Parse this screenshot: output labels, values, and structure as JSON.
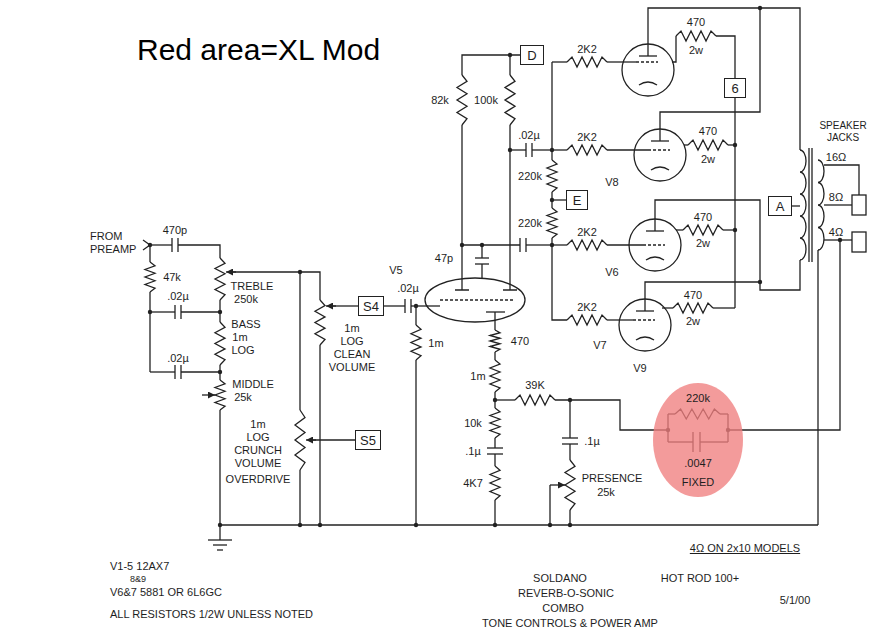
{
  "diagram": {
    "title": "Red area=XL Mod",
    "nodes": [
      {
        "text": [
          "D"
        ]
      },
      {
        "text": [
          "6"
        ]
      },
      {
        "text": [
          "E"
        ]
      },
      {
        "text": [
          "A"
        ]
      },
      {
        "text": [
          "S4"
        ]
      },
      {
        "text": [
          "S5"
        ]
      },
      {
        "text": [
          "220k",
          ".0047",
          "FIXED"
        ]
      }
    ],
    "labels": [
      "FROM PREAMP",
      "470p",
      "47k",
      "TREBLE",
      "250k",
      ".02µ",
      "BASS",
      "1m",
      "LOG",
      ".02µ",
      "MIDDLE",
      "25k",
      "1m",
      "LOG",
      "CLEAN",
      "VOLUME",
      "1m",
      "LOG",
      "CRUNCH",
      "VOLUME",
      "OVERDRIVE",
      ".02µ",
      "V5",
      "47p",
      "1m",
      "470",
      "1m",
      "39K",
      "10k",
      ".1µ",
      "4K7",
      ".1µ",
      "PRESENCE",
      "25k",
      "82k",
      "100k",
      ".02µ",
      "220k",
      "220k",
      "2K2",
      "2K2",
      "2K2",
      "2K2",
      "470",
      "2w",
      "470",
      "2w",
      "470",
      "2w",
      "470",
      "2w",
      "V8",
      "V6",
      "V7",
      "V9",
      "SPEAKER JACKS",
      "16Ω",
      "8Ω",
      "4Ω",
      "4Ω ON 2x10 MODELS",
      "V1-5 12AX7",
      "8&9",
      "V6&7 5881 OR 6L6GC",
      "ALL RESISTORS 1/2W UNLESS NOTED",
      "SOLDANO",
      "REVERB-O-SONIC",
      "COMBO",
      "TONE CONTROLS & POWER AMP",
      "HOT ROD 100+",
      "5/1/00"
    ]
  }
}
